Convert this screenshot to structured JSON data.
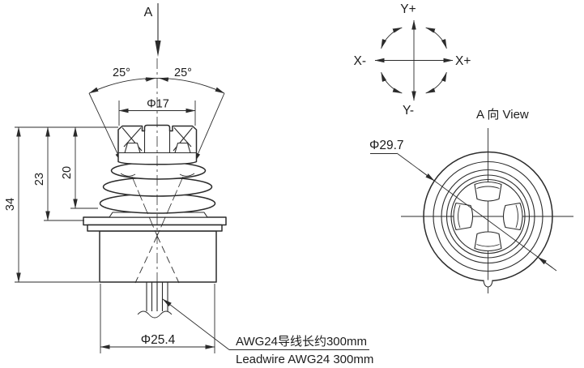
{
  "side_view": {
    "section_arrow_label": "A",
    "tilt_angle_left": "25°",
    "tilt_angle_right": "25°",
    "knob_diameter": "Φ17",
    "height_total": "34",
    "height_to_flange": "23",
    "height_to_bellows_base": "20",
    "body_diameter": "Φ25.4"
  },
  "wire_note": {
    "line1": "AWG24导线长约300mm",
    "line2": "Leadwire AWG24 300mm"
  },
  "direction_diagram": {
    "up": "Y+",
    "down": "Y-",
    "left": "X-",
    "right": "X+"
  },
  "a_view": {
    "title": "A 向 View",
    "outer_diameter": "Φ29.7"
  },
  "colors": {
    "line": "#2b2b2b",
    "background": "#ffffff"
  }
}
